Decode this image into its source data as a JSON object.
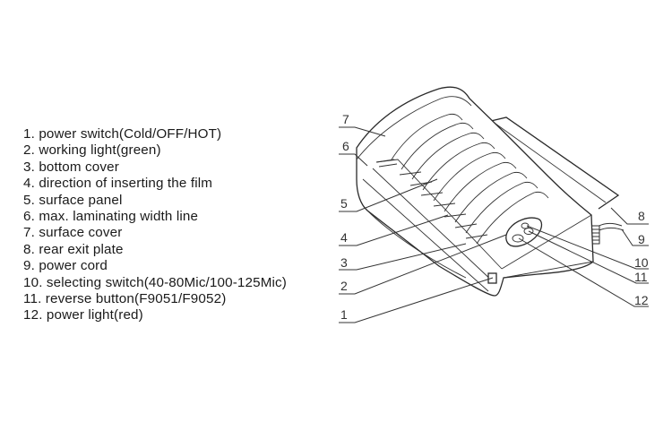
{
  "legend": [
    "1. power  switch(Cold/OFF/HOT)",
    "2. working light(green)",
    "3. bottom cover",
    "4. direction of inserting the film",
    "5. surface panel",
    "6. max. laminating width line",
    "7. surface cover",
    "8. rear exit plate",
    "9. power cord",
    "10.  selecting  switch(40-80Mic/100-125Mic)",
    "11. reverse button(F9051/F9052)",
    "12. power light(red)"
  ],
  "callouts": [
    "1",
    "2",
    "3",
    "4",
    "5",
    "6",
    "7",
    "8",
    "9",
    "10",
    "11",
    "12"
  ]
}
